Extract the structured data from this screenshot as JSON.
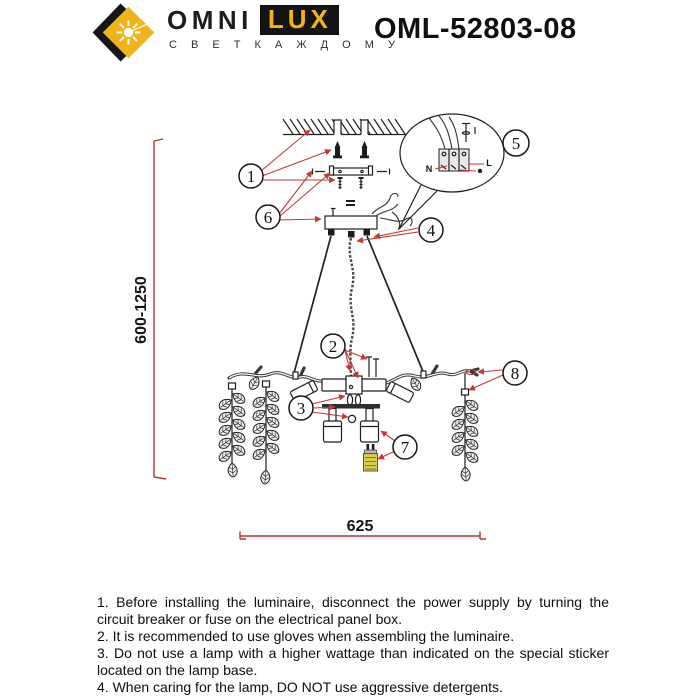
{
  "header": {
    "brand": {
      "name_part1": "OMNI",
      "name_part2": "LUX",
      "tagline": "С В Е Т   К А Ж Д О М У",
      "accent_color": "#F0B41C",
      "dark_color": "#141414"
    },
    "model_number": "OML-52803-08"
  },
  "diagram": {
    "dimension_height": "600-1250",
    "dimension_width": "625",
    "dimension_color": "#B5342E",
    "arrow_color": "#C23A34",
    "lamp_color": "#D8C94F",
    "callouts": [
      "1",
      "2",
      "3",
      "4",
      "5",
      "6",
      "7",
      "8"
    ],
    "terminal_labels": {
      "neutral": "N",
      "live": "L"
    }
  },
  "instructions": {
    "items": [
      "1. Before installing the luminaire, disconnect the power supply by turning the circuit breaker or fuse on the electrical panel box.",
      "2. It is recommended to use gloves when assembling the luminaire.",
      "3. Do not use a lamp with a higher wattage than indicated on the special sticker located on the lamp base.",
      "4. When caring for the lamp, DO NOT use aggressive detergents."
    ]
  }
}
